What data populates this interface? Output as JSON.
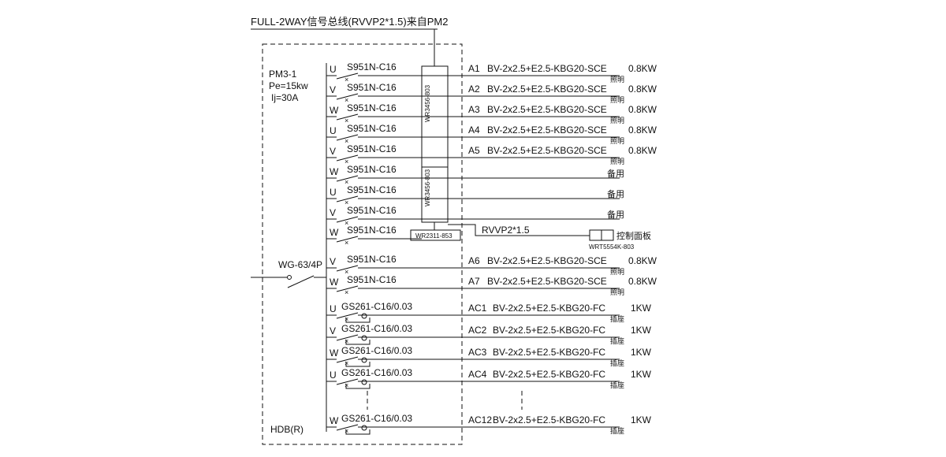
{
  "diagram": {
    "title": "FULL-2WAY信号总线(RVVP2*1.5)来自PM2",
    "panel": {
      "name": "PM3-1",
      "power": "Pe=15kw",
      "current": "Ij=30A",
      "footer": "HDB(R)"
    },
    "main_switch": "WG-63/4P",
    "modules": {
      "upper": "WR3456-803",
      "lower": "WR3456-803",
      "bottom": "WR2311-853"
    },
    "control": {
      "cable": "RVVP2*1.5",
      "panel_label": "控制面板",
      "panel_model": "WRT5554K-803"
    },
    "circuits": [
      {
        "phase": "U",
        "breaker": "S951N-C16",
        "name": "A1",
        "cable": "BV-2x2.5+E2.5-KBG20-SCE",
        "use": "照明",
        "power": "0.8KW"
      },
      {
        "phase": "V",
        "breaker": "S951N-C16",
        "name": "A2",
        "cable": "BV-2x2.5+E2.5-KBG20-SCE",
        "use": "照明",
        "power": "0.8KW"
      },
      {
        "phase": "W",
        "breaker": "S951N-C16",
        "name": "A3",
        "cable": "BV-2x2.5+E2.5-KBG20-SCE",
        "use": "照明",
        "power": "0.8KW"
      },
      {
        "phase": "U",
        "breaker": "S951N-C16",
        "name": "A4",
        "cable": "BV-2x2.5+E2.5-KBG20-SCE",
        "use": "照明",
        "power": "0.8KW"
      },
      {
        "phase": "V",
        "breaker": "S951N-C16",
        "name": "A5",
        "cable": "BV-2x2.5+E2.5-KBG20-SCE",
        "use": "照明",
        "power": "0.8KW"
      },
      {
        "phase": "W",
        "breaker": "S951N-C16",
        "name": "",
        "cable": "",
        "use": "备用",
        "power": ""
      },
      {
        "phase": "U",
        "breaker": "S951N-C16",
        "name": "",
        "cable": "",
        "use": "备用",
        "power": ""
      },
      {
        "phase": "V",
        "breaker": "S951N-C16",
        "name": "",
        "cable": "",
        "use": "备用",
        "power": ""
      },
      {
        "phase": "W",
        "breaker": "S951N-C16",
        "name": "",
        "cable": "",
        "use": "",
        "power": ""
      },
      {
        "phase": "V",
        "breaker": "S951N-C16",
        "name": "A6",
        "cable": "BV-2x2.5+E2.5-KBG20-SCE",
        "use": "照明",
        "power": "0.8KW"
      },
      {
        "phase": "W",
        "breaker": "S951N-C16",
        "name": "A7",
        "cable": "BV-2x2.5+E2.5-KBG20-SCE",
        "use": "照明",
        "power": "0.8KW"
      },
      {
        "phase": "U",
        "breaker": "GS261-C16/0.03",
        "name": "AC1",
        "cable": "BV-2x2.5+E2.5-KBG20-FC",
        "use": "插座",
        "power": "1KW"
      },
      {
        "phase": "V",
        "breaker": "GS261-C16/0.03",
        "name": "AC2",
        "cable": "BV-2x2.5+E2.5-KBG20-FC",
        "use": "插座",
        "power": "1KW"
      },
      {
        "phase": "W",
        "breaker": "GS261-C16/0.03",
        "name": "AC3",
        "cable": "BV-2x2.5+E2.5-KBG20-FC",
        "use": "插座",
        "power": "1KW"
      },
      {
        "phase": "U",
        "breaker": "GS261-C16/0.03",
        "name": "AC4",
        "cable": "BV-2x2.5+E2.5-KBG20-FC",
        "use": "插座",
        "power": "1KW"
      },
      {
        "phase": "W",
        "breaker": "GS261-C16/0.03",
        "name": "AC12",
        "cable": "BV-2x2.5+E2.5-KBG20-FC",
        "use": "插座",
        "power": "1KW"
      }
    ]
  }
}
